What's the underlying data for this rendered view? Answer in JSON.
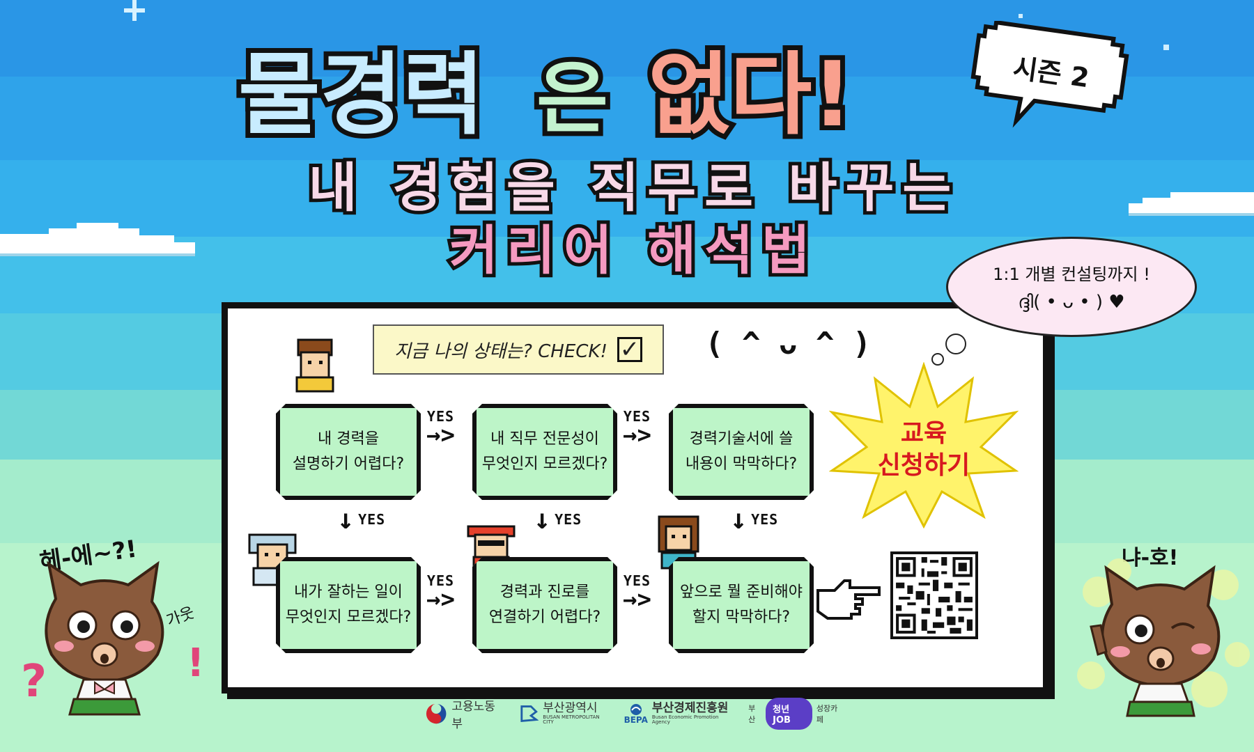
{
  "title": {
    "part1": "물경력",
    "part2": "은",
    "part3": "없다!",
    "colors": {
      "part1": "#c8ecff",
      "part2": "#c4f3cf",
      "part3": "#f9a08e",
      "outline": "#111111"
    }
  },
  "season_badge": "시즌 2",
  "subtitle": {
    "line1": "내 경험을 직무로 바꾸는",
    "line2": "커리어 해석법",
    "colors": {
      "line1": "#f8d9e8",
      "line2": "#f59ac0"
    }
  },
  "consult_bubble": {
    "line1": "1:1 개별 컨설팅까지 !",
    "line2": "ദ്ദി( • ᴗ • ) ♥"
  },
  "check_label": "지금 나의 상태는? CHECK!",
  "cat_face": "( ^ ᴗ ^ )",
  "flow": {
    "arrow_label": "YES",
    "nodes": [
      "내 경력을\n설명하기 어렵다?",
      "내 직무 전문성이\n무엇인지 모르겠다?",
      "경력기술서에 쓸\n내용이 막막하다?",
      "내가 잘하는 일이\n무엇인지 모르겠다?",
      "경력과 진로를\n연결하기 어렵다?",
      "앞으로 뭘 준비해야\n할지 막막하다?"
    ]
  },
  "cta": {
    "line1": "교육",
    "line2": "신청하기",
    "color": "#d7191f",
    "burst": "#fff36b"
  },
  "mascot_left": {
    "exclaim": "헤-에~?!",
    "side": "가웃",
    "q": "?",
    "bang": "!"
  },
  "mascot_right": {
    "exclaim": "냐-호!"
  },
  "logos": {
    "moel": "고용노동부",
    "busan": "부산광역시",
    "busan_en": "BUSAN METROPOLITAN CITY",
    "bepa": "부산경제진흥원",
    "bepa_abbr": "BEPA",
    "bepa_en": "Busan Economic Promotion Agency",
    "job_prefix": "부산",
    "job_mark": "청년JOB",
    "job_suffix": "성장카페"
  }
}
